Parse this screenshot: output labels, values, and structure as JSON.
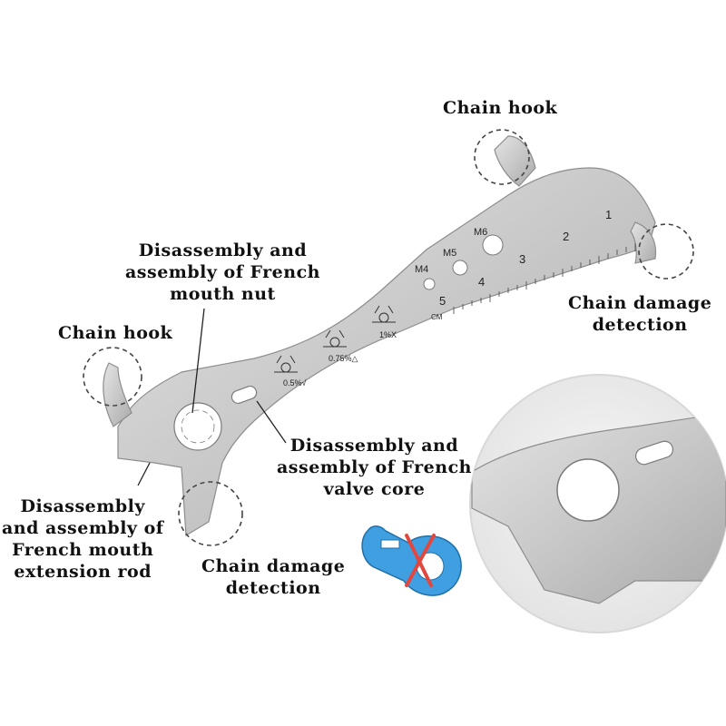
{
  "colors": {
    "steel": "#c9c9c9",
    "steel_dark": "#9a9a9a",
    "engraving": "#333333",
    "label_text": "#111111",
    "dashed_circle": "#444444",
    "blue_wrench": "#3f9fe0",
    "red_cross": "#e2473f"
  },
  "labels": {
    "chain_hook_top": "Chain hook",
    "chain_hook_left": "Chain hook",
    "chain_damage_right_line1": "Chain damage",
    "chain_damage_right_line2": "detection",
    "chain_damage_bottom_line1": "Chain damage",
    "chain_damage_bottom_line2": "detection",
    "french_nut_line1": "Disassembly and",
    "french_nut_line2": "assembly of French",
    "french_nut_line3": "mouth nut",
    "valve_core_line1": "Disassembly and",
    "valve_core_line2": "assembly of French",
    "valve_core_line3": "valve core",
    "extension_rod_line1": "Disassembly",
    "extension_rod_line2": "and assembly of",
    "extension_rod_line3": "French mouth",
    "extension_rod_line4": "extension rod"
  },
  "tool_markings": {
    "m4": "M4",
    "m5": "M5",
    "m6": "M6",
    "scale_1": "1",
    "scale_2": "2",
    "scale_3": "3",
    "scale_4": "4",
    "scale_5": "5",
    "unit": "CM",
    "wear_05": "0.5%√",
    "wear_075": "0.75%△",
    "wear_1": "1%X"
  },
  "icons": {
    "wear_gauge": "chain-wear-icon",
    "cross": "red-x-icon"
  }
}
